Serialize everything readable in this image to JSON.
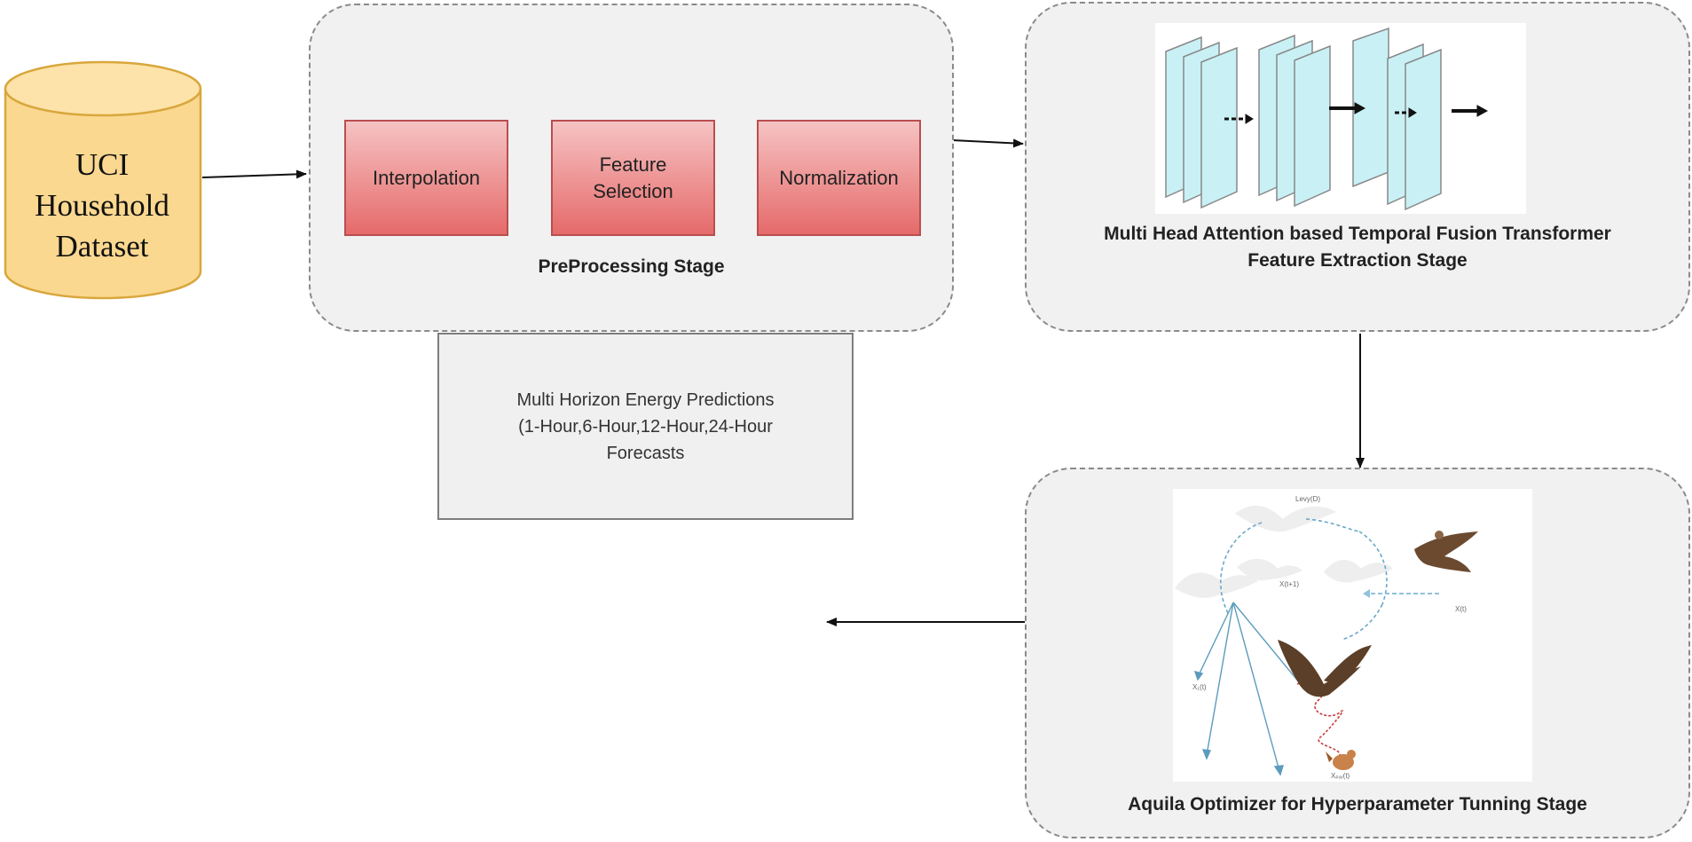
{
  "dataset": {
    "label_lines": [
      "UCI",
      "Household",
      "Dataset"
    ]
  },
  "preprocessing": {
    "title": "PreProcessing Stage",
    "steps": [
      {
        "label_lines": [
          "Interpolation"
        ]
      },
      {
        "label_lines": [
          "Feature",
          "Selection"
        ]
      },
      {
        "label_lines": [
          "Normalization"
        ]
      }
    ]
  },
  "feature_extraction": {
    "title_lines": [
      "Multi Head Attention based Temporal Fusion Transformer",
      "Feature Extraction Stage"
    ]
  },
  "optimizer": {
    "title": "Aquila Optimizer for Hyperparameter Tunning Stage",
    "diagram_labels": [
      "Levy(D)",
      "X(t+1)",
      "X(t)",
      "X₁(t)",
      "Xₚₐᵣ(t)"
    ]
  },
  "output": {
    "label_lines": [
      "Multi Horizon Energy Predictions",
      "(1-Hour,6-Hour,12-Hour,24-Hour",
      "Forecasts"
    ]
  },
  "colors": {
    "dataset_fill": "#fbd890",
    "dataset_stroke": "#d8a73c",
    "step_fill_top": "#f6c3c3",
    "step_fill_bottom": "#e66a6a",
    "stage_bg": "#f1f1f1",
    "transformer_panel": "#c9f1f5"
  }
}
